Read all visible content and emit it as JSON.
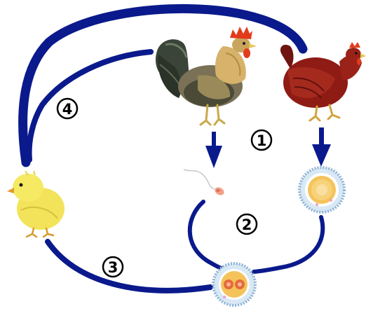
{
  "diagram": {
    "labels": {
      "step1": "1",
      "step2": "2",
      "step3": "3",
      "step4": "4"
    },
    "pictures": [
      "rooster",
      "hen",
      "chick",
      "sperm",
      "egg-cell",
      "zygote"
    ],
    "colors": {
      "arrow": "#0a1a8c",
      "circle_stroke": "#000000",
      "hen_body": "#8e1b14",
      "chick_body": "#f2e35a",
      "rooster_neck": "#d6b26a",
      "rooster_tail": "#3a4438",
      "comb": "#e23b1c"
    }
  }
}
